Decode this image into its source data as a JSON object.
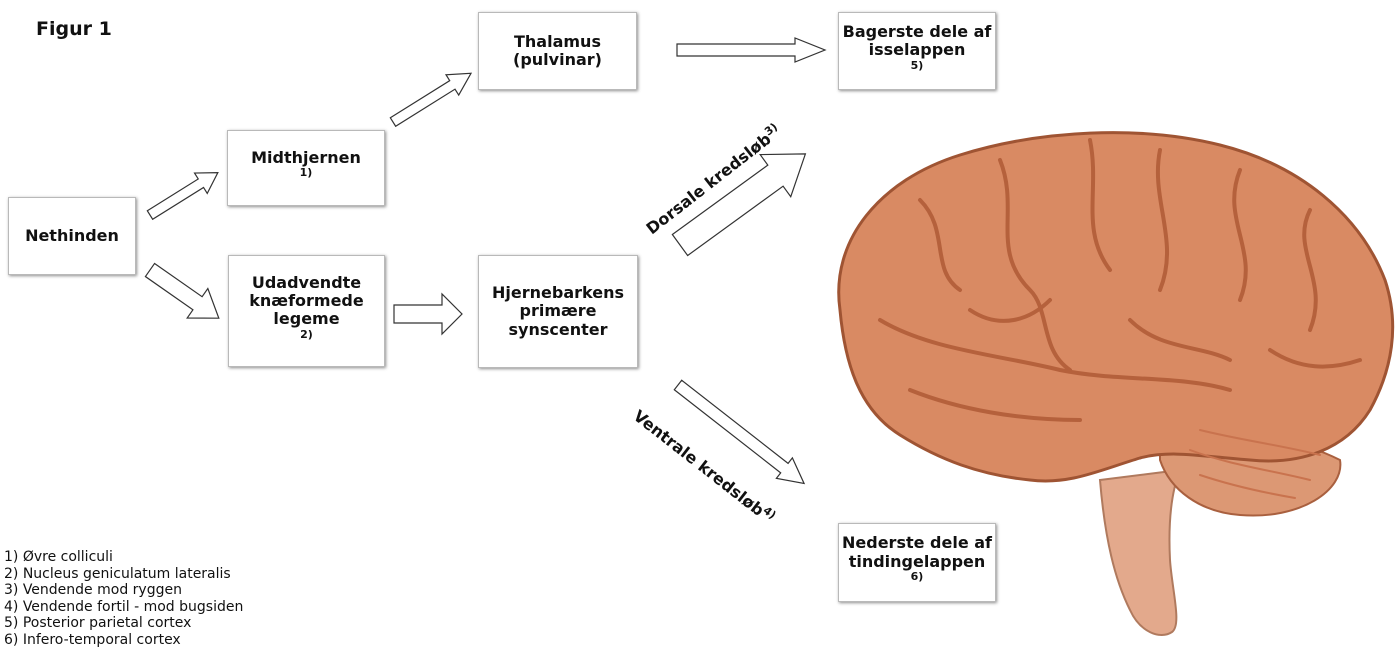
{
  "figure_title": "Figur 1",
  "nodes": {
    "nethinden": {
      "label": "Nethinden",
      "sup": ""
    },
    "midthjernen": {
      "label": "Midthjernen",
      "sup": "1)"
    },
    "knae": {
      "label": "Udadvendte\nknæformede\nlegeme",
      "sup": "2)"
    },
    "thalamus": {
      "label": "Thalamus\n(pulvinar)",
      "sup": ""
    },
    "synscenter": {
      "label": "Hjernebarkens\nprimære\nsynscenter",
      "sup": ""
    },
    "bagerste": {
      "label": "Bagerste dele af\nisselappen",
      "sup": "5)"
    },
    "nederste": {
      "label": "Nederste dele af\ntindingelappen",
      "sup": "6)"
    }
  },
  "paths": {
    "dorsal": {
      "label": "Dorsale kredsløb",
      "sup": "3)"
    },
    "ventral": {
      "label": "Ventrale kredsløb",
      "sup": "4)"
    }
  },
  "footnotes": [
    "1) Øvre colliculi",
    "2) Nucleus geniculatum lateralis",
    "3) Vendende mod ryggen",
    "4) Vendende fortil - mod bugsiden",
    "5) Posterior parietal cortex",
    "6) Infero-temporal cortex"
  ],
  "colors": {
    "brain": "#d98a63",
    "brain_dark": "#b5613c",
    "brainstem": "#e3a98c"
  }
}
